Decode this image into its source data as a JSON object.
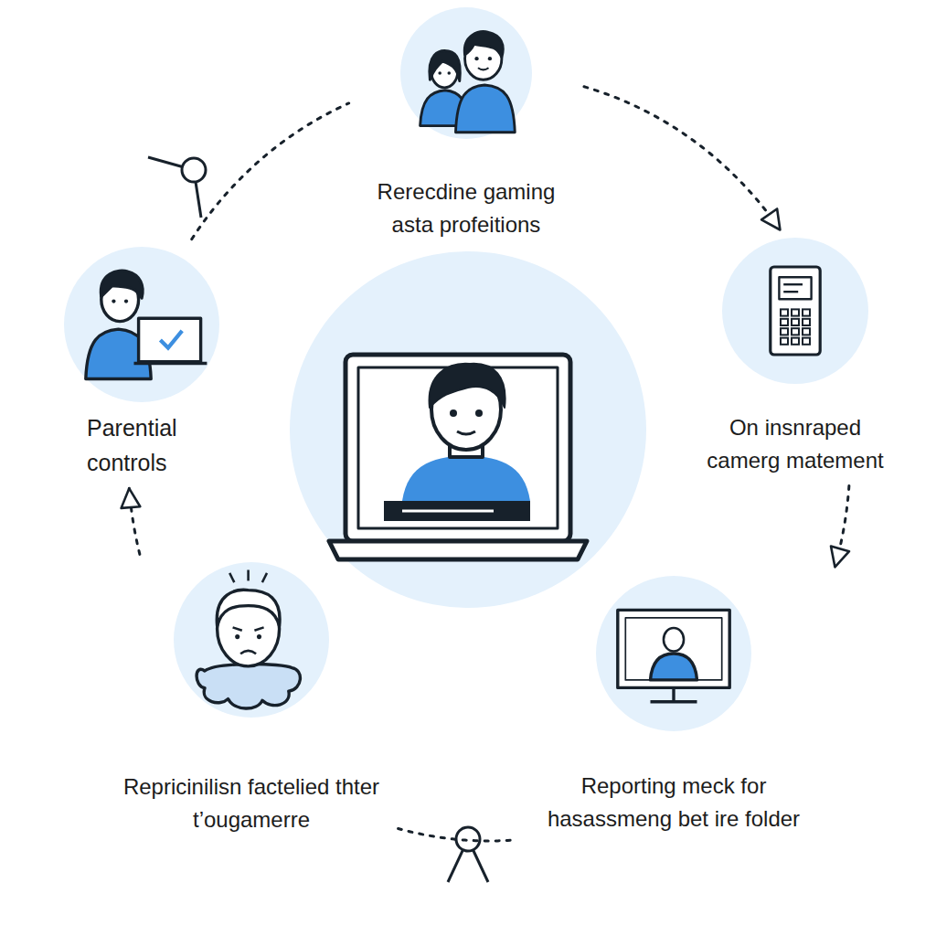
{
  "diagram": {
    "nodes": [
      {
        "text": [
          "Rerecdine gaming asta profeitions"
        ]
      },
      {
        "text": [
          "Parential controls"
        ]
      },
      {
        "text": [
          "On insnraped camerg matement"
        ]
      },
      {
        "text": [
          "Repricinilisn factelied thter t’ougamerre"
        ]
      },
      {
        "text": [
          "Reporting meck for hasassmeng bet ire folder"
        ]
      }
    ],
    "edges": [
      {
        "from": 0,
        "to": 2,
        "arrow": "to"
      },
      {
        "from": 2,
        "to": 4,
        "arrow": "to"
      },
      {
        "from": 4,
        "to": 3,
        "arrow": "none"
      },
      {
        "from": 3,
        "to": 1,
        "arrow": "to"
      },
      {
        "from": 1,
        "to": 0,
        "arrow": "none"
      }
    ]
  }
}
